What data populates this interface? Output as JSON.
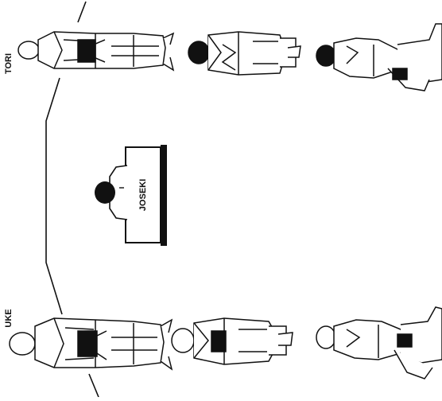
{
  "labels": {
    "tori": "TORI",
    "uke": "UKE",
    "joseki": "JOSEKI"
  },
  "colors": {
    "ink": "#111111",
    "paper": "#ffffff",
    "belt": "#1a1a1a"
  },
  "figures": [
    {
      "role": "tori",
      "pose": "standing",
      "icon": "judoka-standing-icon"
    },
    {
      "role": "tori",
      "pose": "seiza-kneeling",
      "icon": "judoka-kneeling-icon"
    },
    {
      "role": "tori",
      "pose": "kneeling-bow",
      "icon": "judoka-bowing-icon"
    },
    {
      "role": "uke",
      "pose": "standing",
      "icon": "judoka-standing-icon"
    },
    {
      "role": "uke",
      "pose": "seiza-kneeling",
      "icon": "judoka-kneeling-icon"
    },
    {
      "role": "uke",
      "pose": "kneeling-bow",
      "icon": "judoka-bowing-icon"
    }
  ]
}
